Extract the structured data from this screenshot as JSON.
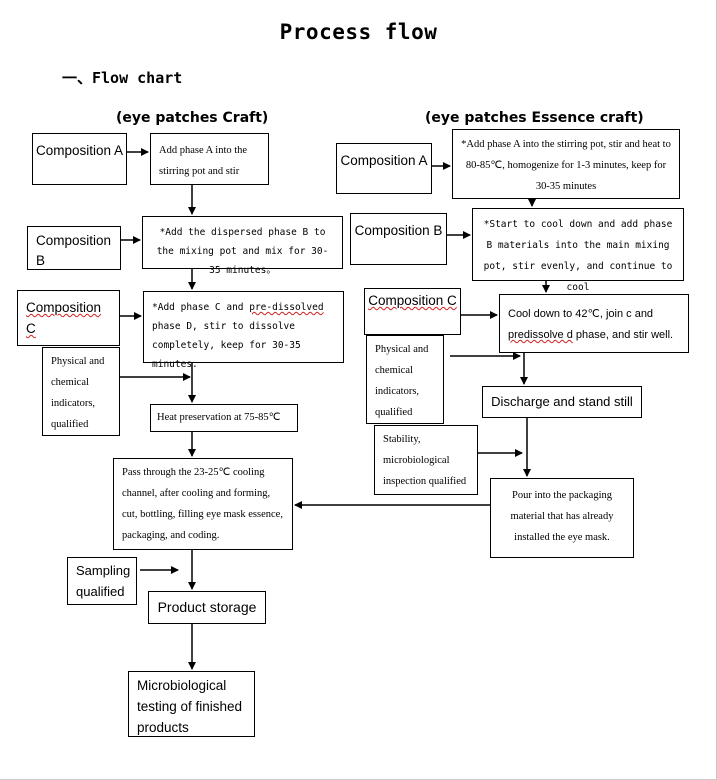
{
  "title": "Process flow",
  "section_heading": "一、Flow chart",
  "left": {
    "header": "(eye patches Craft)",
    "comp_a": "Composition A",
    "step1": "Add phase A into the stirring pot and stir",
    "comp_b": "Composition B",
    "step2": "*Add the dispersed phase B to the mixing pot and mix for 30-35 minutes。",
    "comp_c": "Composition C",
    "step3_pre": "*Add phase C and ",
    "step3_wavy": "pre-dissolved",
    "step3_post": " phase D, stir to dissolve completely, keep for 30-35 minutes.",
    "qc1": "Physical and chemical indicators, qualified",
    "step4": "Heat preservation at 75-85℃",
    "step5": "Pass through the 23-25℃ cooling channel, after cooling and forming, cut, bottling, filling eye mask essence, packaging, and coding.",
    "sampling": "Sampling qualified",
    "storage": "Product storage",
    "micro_test": "Microbiological testing of finished products"
  },
  "right": {
    "header": "(eye patches Essence craft)",
    "comp_a": "Composition A",
    "step1": "*Add phase A into the stirring pot, stir and heat to 80-85℃, homogenize for 1-3 minutes, keep for 30-35 minutes",
    "comp_b": "Composition B",
    "step2": "*Start to cool down and add phase B materials into the main mixing pot, stir evenly, and continue to cool",
    "comp_c": "Composition C",
    "step3_pre": "Cool down to 42℃, join c and ",
    "step3_wavy": "predissolve d",
    "step3_post": " phase, and stir well.",
    "qc1": "Physical and chemical indicators, qualified",
    "discharge": "Discharge and stand still",
    "qc2": "Stability, microbiological inspection qualified",
    "pour": "Pour into the packaging material that has already installed the eye mask."
  }
}
